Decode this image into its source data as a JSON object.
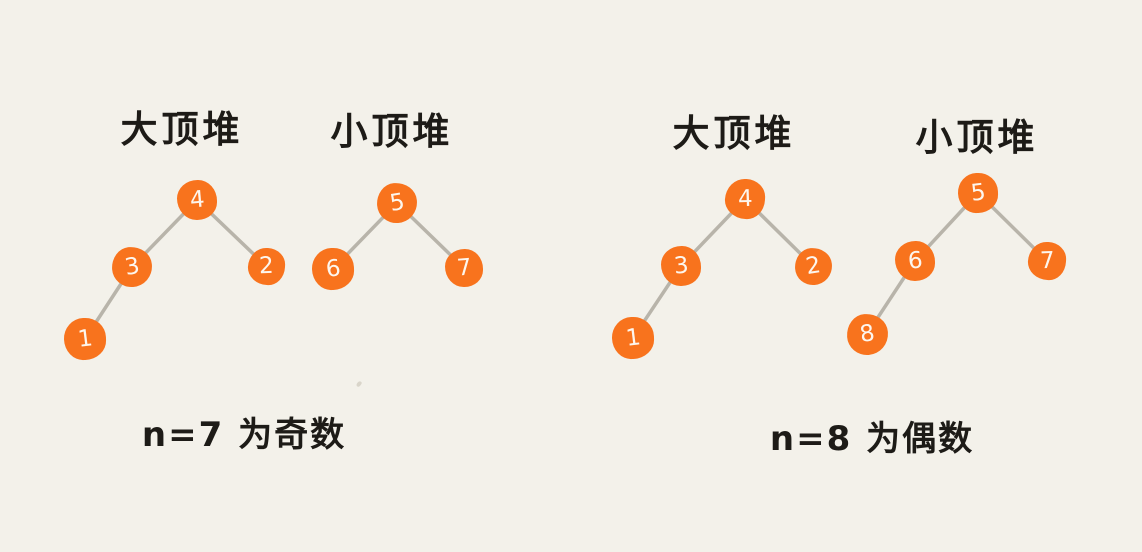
{
  "colors": {
    "background": "#f3f1ea",
    "node_orange": "#f8731d",
    "edge_gray": "#b8b4aa",
    "ink_black": "#1d1b17",
    "node_text": "#fdf6ee"
  },
  "left_group": {
    "max_heap": {
      "title": "大顶堆",
      "nodes": [
        "4",
        "3",
        "2",
        "1"
      ]
    },
    "min_heap": {
      "title": "小顶堆",
      "nodes": [
        "5",
        "6",
        "7"
      ]
    },
    "caption": "n=7 为奇数"
  },
  "right_group": {
    "max_heap": {
      "title": "大顶堆",
      "nodes": [
        "4",
        "3",
        "2",
        "1"
      ]
    },
    "min_heap": {
      "title": "小顶堆",
      "nodes": [
        "5",
        "6",
        "7",
        "8"
      ]
    },
    "caption": "n=8 为偶数"
  }
}
